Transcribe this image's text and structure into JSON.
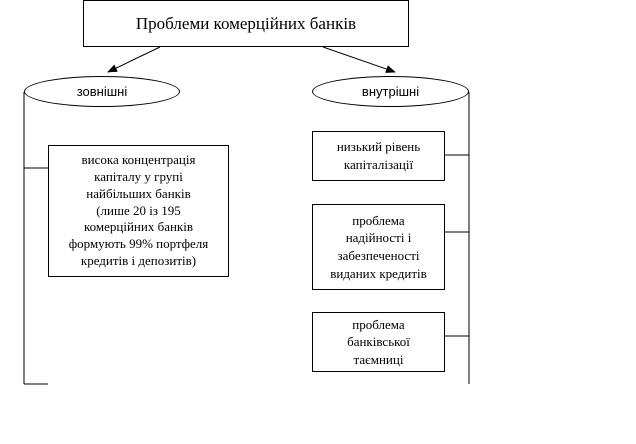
{
  "title": "Проблеми комерційних банків",
  "categories": {
    "external": {
      "label": "зовнішні",
      "items": [
        "висока концентрація\nкапіталу у групі\nнайбільших банків\n(лише 20 із 195\nкомерційних банків\nформують 99% портфеля\nкредитів і депозитів)"
      ]
    },
    "internal": {
      "label": "внутрішні",
      "items": [
        "низький рівень\nкапіталізації",
        "проблема\nнадійності і\nзабезпеченості\nвиданих кредитів",
        "проблема\nбанківської\nтаємниці"
      ]
    }
  }
}
